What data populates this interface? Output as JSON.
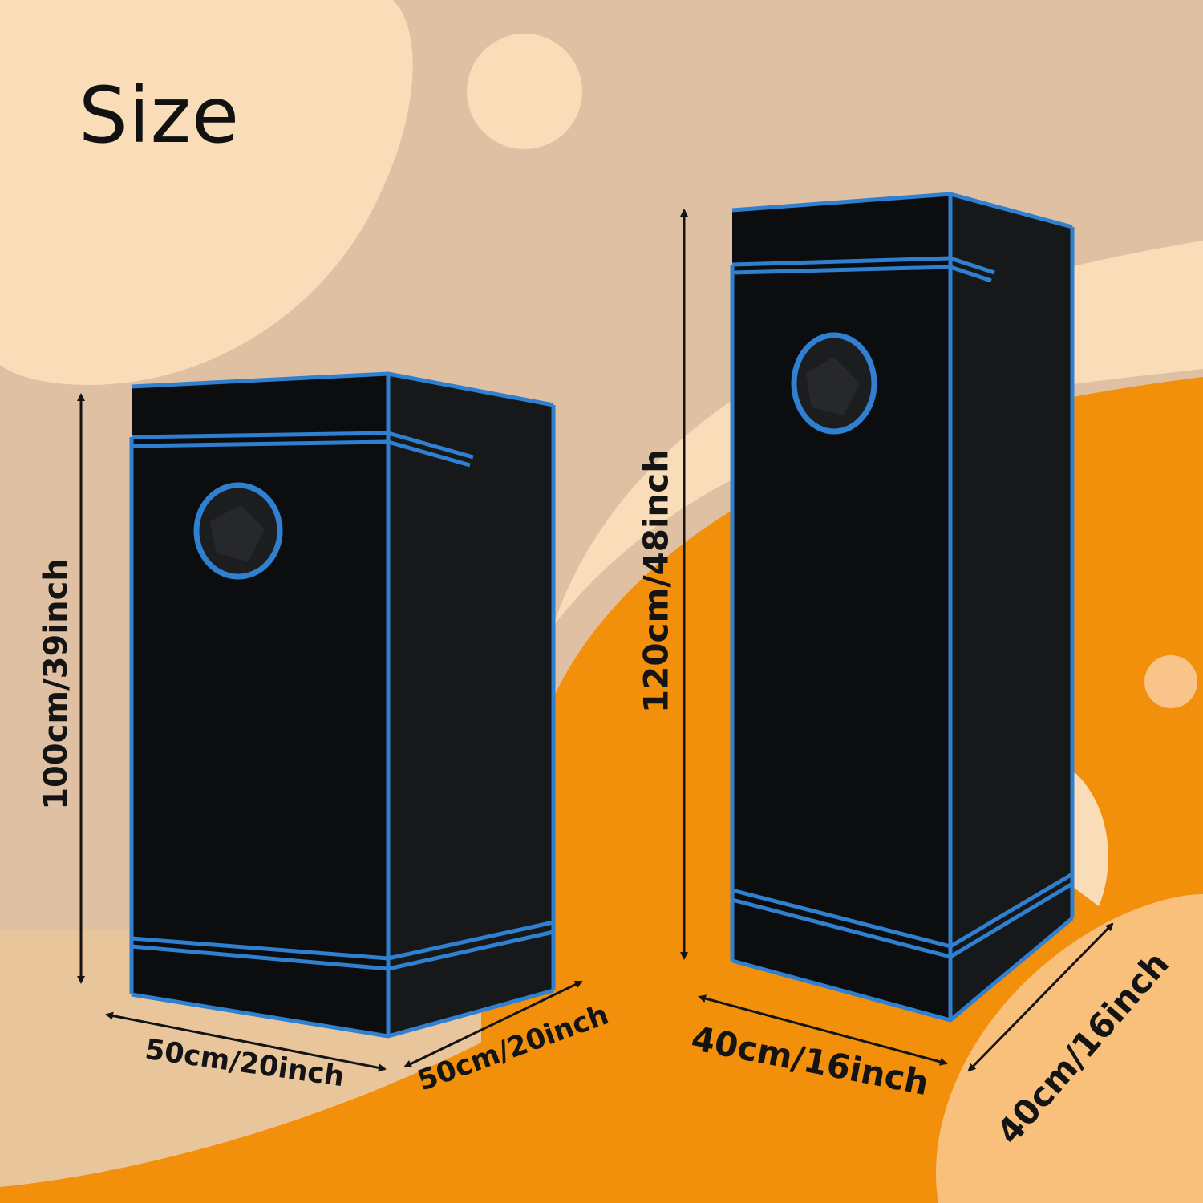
{
  "title": "Size",
  "colors": {
    "background_light": "#f9dcb8",
    "background_tan": "#dfc0a3",
    "background_orange": "#f2900c",
    "floor_wood": "#e9c59c",
    "tent_body": "#101112",
    "tent_trim": "#2f80d0"
  },
  "products": {
    "small_tent": {
      "height_label": "100cm/39inch",
      "width_label": "50cm/20inch",
      "depth_label": "50cm/20inch"
    },
    "large_tent": {
      "height_label": "120cm/48inch",
      "width_label": "40cm/16inch",
      "depth_label": "40cm/16inch"
    }
  }
}
